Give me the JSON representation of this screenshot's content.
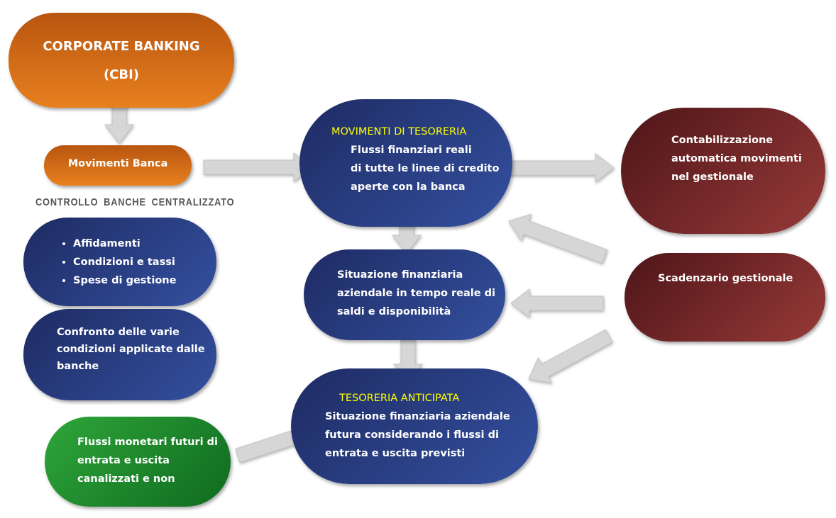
{
  "cbi": {
    "title": "CORPORATE BANKING",
    "subtitle": "(CBI)"
  },
  "movimenti_banca": "Movimenti Banca",
  "controllo_label": "CONTROLLO BANCHE CENTRALIZZATO",
  "controllo_items": [
    "Affidamenti",
    "Condizioni e tassi",
    "Spese  di gestione"
  ],
  "confronto": [
    "Confronto delle varie",
    "condizioni applicate dalle",
    "banche"
  ],
  "flussi_futuri": [
    "Flussi monetari futuri di",
    "entrata e uscita",
    "canalizzati e non"
  ],
  "movimenti_tesoreria": {
    "title": "MOVIMENTI DI TESORERIA",
    "lines": [
      "Flussi finanziari reali",
      "di tutte le linee di credito",
      "aperte con la banca"
    ]
  },
  "situazione": [
    "Situazione finanziaria",
    "aziendale in tempo reale di",
    "saldi e disponibilità"
  ],
  "tesoreria_anticipata": {
    "title": "TESORERIA ANTICIPATA",
    "lines": [
      "Situazione finanziaria  aziendale",
      "futura considerando  i  flussi di",
      "entrata e uscita previsti"
    ]
  },
  "contabilizzazione": [
    "Contabilizzazione",
    "automatica movimenti",
    "nel gestionale"
  ],
  "scadenzario": "Scadenzario gestionale",
  "colors": {
    "orange": "#e07a1c",
    "blue": "#2c4490",
    "red": "#7a2a2c",
    "green": "#1f8a2e",
    "title_yellow": "#ffff00",
    "arrow": "#d6d6d6"
  }
}
